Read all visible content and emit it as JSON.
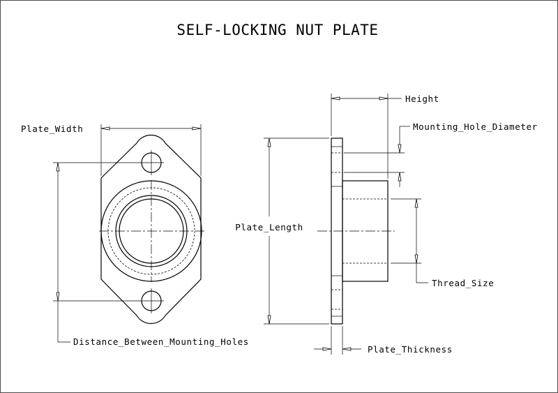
{
  "title": "SELF-LOCKING NUT PLATE",
  "dimensions": {
    "plate_width": "Plate_Width",
    "height": "Height",
    "mounting_hole_diameter": "Mounting_Hole_Diameter",
    "plate_length": "Plate_Length",
    "thread_size": "Thread_Size",
    "distance_between_mounting_holes": "Distance_Between_Mounting_Holes",
    "plate_thickness": "Plate_Thickness"
  }
}
